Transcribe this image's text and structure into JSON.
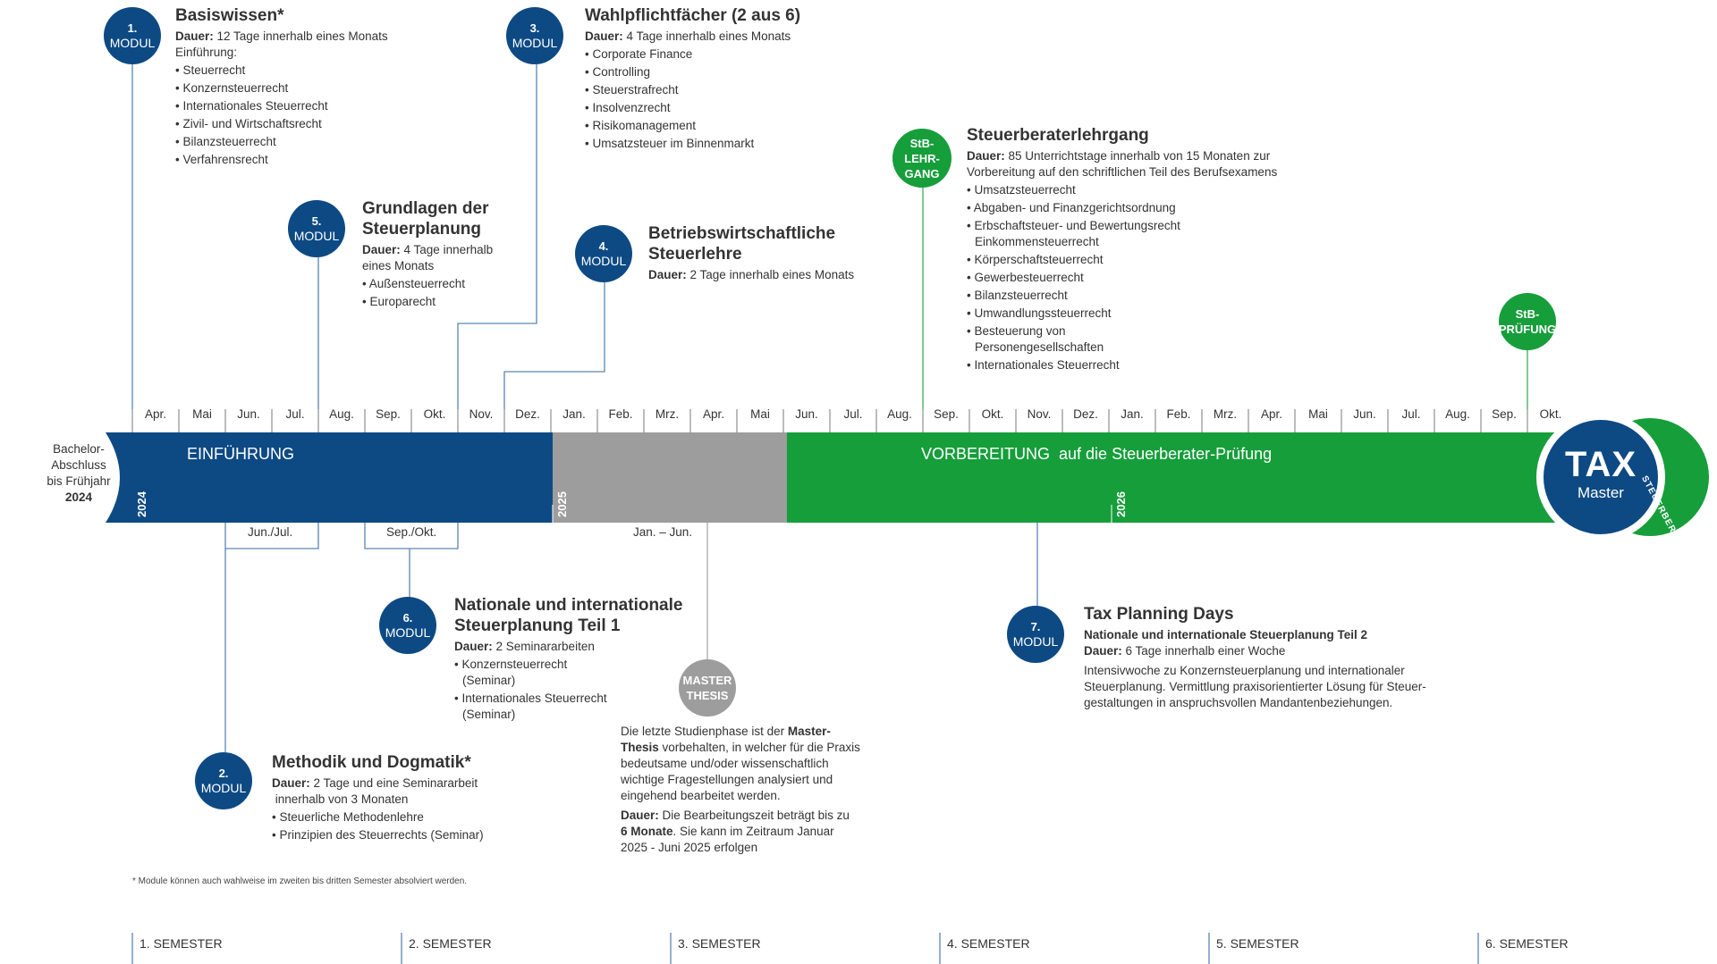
{
  "bachelor": {
    "line1": "Bachelor-",
    "line2": "Abschluss",
    "line3": "bis Frühjahr",
    "year": "2024"
  },
  "months": [
    "Apr.",
    "Mai",
    "Jun.",
    "Jul.",
    "Aug.",
    "Sep.",
    "Okt.",
    "Nov.",
    "Dez.",
    "Jan.",
    "Feb.",
    "Mrz.",
    "Apr.",
    "Mai",
    "Jun.",
    "Jul.",
    "Aug.",
    "Sep.",
    "Okt.",
    "Nov.",
    "Dez.",
    "Jan.",
    "Feb.",
    "Mrz.",
    "Apr.",
    "Mai",
    "Jun.",
    "Jul.",
    "Aug.",
    "Sep.",
    "Okt."
  ],
  "bands": {
    "intro": "EINFÜHRUNG",
    "prep": "VORBEREITUNG  auf die Steuerberater-Prüfung"
  },
  "years": [
    "2024",
    "2025",
    "2026"
  ],
  "ranges": {
    "junjul": "Jun./Jul.",
    "sepokt": "Sep./Okt.",
    "janjun": "Jan. – Jun."
  },
  "logo": {
    "tax": "TAX",
    "master": "Master",
    "ring": "STEUERBERATER"
  },
  "circles": {
    "m1": {
      "num": "1.",
      "label": "MODUL"
    },
    "m2": {
      "num": "2.",
      "label": "MODUL"
    },
    "m3": {
      "num": "3.",
      "label": "MODUL"
    },
    "m4": {
      "num": "4.",
      "label": "MODUL"
    },
    "m5": {
      "num": "5.",
      "label": "MODUL"
    },
    "m6": {
      "num": "6.",
      "label": "MODUL"
    },
    "m7": {
      "num": "7.",
      "label": "MODUL"
    },
    "stb": {
      "l1": "StB-",
      "l2": "LEHR-",
      "l3": "GANG"
    },
    "exam": {
      "l1": "StB-",
      "l2": "PRÜFUNG"
    },
    "thesis": {
      "l1": "MASTER",
      "l2": "THESIS"
    }
  },
  "modules": {
    "m1": {
      "title": "Basiswissen*",
      "dur_label": "Dauer:",
      "dur": "12 Tage innerhalb eines Monats",
      "intro": "Einführung:",
      "items": [
        "Steuerrecht",
        "Konzernsteuerrecht",
        "Internationales Steuerrecht",
        "Zivil- und Wirtschaftsrecht",
        "Bilanzsteuerrecht",
        "Verfahrensrecht"
      ]
    },
    "m3": {
      "title": "Wahlpflichtfächer (2 aus 6)",
      "dur_label": "Dauer:",
      "dur": "4 Tage innerhalb eines Monats",
      "items": [
        "Corporate Finance",
        "Controlling",
        "Steuerstrafrecht",
        "Insolvenzrecht",
        "Risikomanagement",
        "Umsatzsteuer im Binnenmarkt"
      ]
    },
    "m5": {
      "title1": "Grundlagen der",
      "title2": "Steuerplanung",
      "dur_label": "Dauer:",
      "dur1": "4 Tage innerhalb",
      "dur2": "eines Monats",
      "items": [
        "Außensteuerrecht",
        "Europarecht"
      ]
    },
    "m4": {
      "title1": "Betriebswirtschaftliche",
      "title2": "Steuerlehre",
      "dur_label": "Dauer:",
      "dur": "2 Tage innerhalb eines Monats"
    },
    "stb": {
      "title": "Steuerberaterlehrgang",
      "dur_label": "Dauer:",
      "dur1": "85 Unterrichtstage innerhalb von 15 Monaten zur",
      "dur2": "Vorbereitung auf den schriftlichen Teil des Berufsexamens",
      "items": [
        "Umsatzsteuerrecht",
        "Abgaben- und Finanzgerichtsordnung",
        "Erbschaftsteuer- und Bewertungsrecht Einkommensteuerrecht",
        "Körperschaftsteuerrecht",
        "Gewerbesteuerrecht",
        "Bilanzsteuerrecht",
        "Umwandlungssteuerrecht",
        "Besteuerung von Personengesellschaften",
        "Internationales Steuerrecht"
      ]
    },
    "m6": {
      "title1": "Nationale und internationale",
      "title2": "Steuerplanung Teil 1",
      "dur_label": "Dauer:",
      "dur": " 2 Seminararbeiten",
      "items": [
        "Konzernsteuerrecht (Seminar)",
        "Internationales Steuerrecht (Seminar)"
      ]
    },
    "m2": {
      "title": "Methodik und Dogmatik*",
      "dur_label": "Dauer:",
      "dur1": "2 Tage und eine Seminararbeit",
      "dur2": " innerhalb von 3 Monaten",
      "items": [
        "Steuerliche Methodenlehre",
        "Prinzipien des Steuerrechts (Seminar)"
      ]
    },
    "m7": {
      "title": "Tax Planning Days",
      "subtitle": "Nationale und internationale Steuerplanung Teil 2",
      "dur_label": "Dauer:",
      "dur": "6 Tage innerhalb einer Woche",
      "desc1": "Intensivwoche zu Konzernsteuerplanung und internationaler",
      "desc2": "Steuerplanung. Vermittlung praxisorientierter Lösung für Steuer-",
      "desc3": "gestaltungen in anspruchsvollen Mandantenbeziehungen."
    },
    "thesis": {
      "p1a": "Die letzte Studienphase ist der ",
      "p1b": "Master-",
      "p1c": "Thesis",
      "p1d": " vorbehalten, in welcher für die Praxis",
      "p1e": "bedeutsame und/oder wissenschaftlich",
      "p1f": "wichtige Fragestellungen analysiert und",
      "p1g": "eingehend bearbeitet werden.",
      "p2a": "Dauer:",
      "p2b": " Die Bearbeitungszeit beträgt bis zu",
      "p2c": "6 Monate",
      "p2d": ". Sie kann im Zeitraum Januar",
      "p2e": "2025 - Juni 2025 erfolgen"
    }
  },
  "footnote": "* Module können auch wahlweise im zweiten bis dritten Semester absolviert werden.",
  "semesters": [
    "1. SEMESTER",
    "2. SEMESTER",
    "3. SEMESTER",
    "4. SEMESTER",
    "5. SEMESTER",
    "6. SEMESTER"
  ],
  "colors": {
    "blue": "#0d4a84",
    "green": "#169e3b",
    "grey": "#9d9d9d",
    "line_blue": "#5b86b3",
    "line_green": "#3fae5a"
  }
}
